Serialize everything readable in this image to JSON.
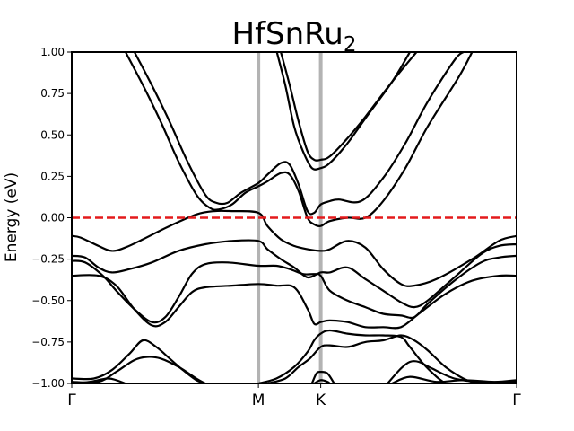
{
  "chart_data": {
    "type": "line",
    "title": "HfSnRu",
    "title_subscript": "2",
    "ylabel": "Energy (eV)",
    "xlabel": "",
    "ylim": [
      -1.0,
      1.0
    ],
    "y_ticks": [
      {
        "value": 1.0,
        "label": "1.00"
      },
      {
        "value": 0.75,
        "label": "0.75"
      },
      {
        "value": 0.5,
        "label": "0.50"
      },
      {
        "value": 0.25,
        "label": "0.25"
      },
      {
        "value": 0.0,
        "label": "0.00"
      },
      {
        "value": -0.25,
        "label": "−0.25"
      },
      {
        "value": -0.5,
        "label": "−0.50"
      },
      {
        "value": -0.75,
        "label": "−0.75"
      },
      {
        "value": -1.0,
        "label": "−1.00"
      }
    ],
    "k_points": [
      {
        "label": "Γ",
        "position": 0.0
      },
      {
        "label": "M",
        "position": 0.4196
      },
      {
        "label": "K",
        "position": 0.5597
      },
      {
        "label": "Γ",
        "position": 1.0
      }
    ],
    "high_symmetry_line_color": "#b3b3b3",
    "fermi_level": {
      "value": 0.0,
      "color": "#e41a1c",
      "style": "dashed"
    },
    "band_color": "#000000",
    "grid": false,
    "series": [
      {
        "points": [
          [
            0.121,
            1.0
          ],
          [
            0.16,
            0.8
          ],
          [
            0.2,
            0.58
          ],
          [
            0.24,
            0.34
          ],
          [
            0.28,
            0.14
          ],
          [
            0.31,
            0.06
          ],
          [
            0.33,
            0.05
          ],
          [
            0.36,
            0.08
          ],
          [
            0.39,
            0.15
          ],
          [
            0.4196,
            0.19
          ],
          [
            0.44,
            0.22
          ],
          [
            0.47,
            0.27
          ],
          [
            0.49,
            0.26
          ],
          [
            0.51,
            0.16
          ],
          [
            0.53,
            0.0
          ],
          [
            0.545,
            -0.04
          ],
          [
            0.5597,
            -0.05
          ],
          [
            0.58,
            -0.02
          ],
          [
            0.62,
            0.0
          ],
          [
            0.66,
            0.0
          ],
          [
            0.7,
            0.1
          ],
          [
            0.75,
            0.3
          ],
          [
            0.8,
            0.55
          ],
          [
            0.87,
            0.85
          ],
          [
            0.9,
            1.0
          ]
        ]
      },
      {
        "points": [
          [
            0.141,
            1.0
          ],
          [
            0.18,
            0.8
          ],
          [
            0.22,
            0.58
          ],
          [
            0.26,
            0.34
          ],
          [
            0.3,
            0.14
          ],
          [
            0.325,
            0.09
          ],
          [
            0.35,
            0.09
          ],
          [
            0.38,
            0.15
          ],
          [
            0.4196,
            0.21
          ],
          [
            0.44,
            0.26
          ],
          [
            0.47,
            0.33
          ],
          [
            0.49,
            0.32
          ],
          [
            0.51,
            0.2
          ],
          [
            0.53,
            0.04
          ],
          [
            0.545,
            0.03
          ],
          [
            0.5597,
            0.08
          ],
          [
            0.58,
            0.1
          ],
          [
            0.6,
            0.11
          ],
          [
            0.65,
            0.1
          ],
          [
            0.7,
            0.24
          ],
          [
            0.75,
            0.45
          ],
          [
            0.8,
            0.7
          ],
          [
            0.86,
            0.95
          ],
          [
            0.88,
            1.0
          ]
        ]
      },
      {
        "points": [
          [
            0.461,
            1.0
          ],
          [
            0.48,
            0.8
          ],
          [
            0.5,
            0.55
          ],
          [
            0.52,
            0.4
          ],
          [
            0.54,
            0.3
          ],
          [
            0.5597,
            0.3
          ],
          [
            0.58,
            0.33
          ],
          [
            0.62,
            0.45
          ],
          [
            0.66,
            0.6
          ],
          [
            0.72,
            0.82
          ],
          [
            0.76,
            1.0
          ]
        ]
      },
      {
        "points": [
          [
            0.47,
            1.0
          ],
          [
            0.49,
            0.8
          ],
          [
            0.51,
            0.58
          ],
          [
            0.53,
            0.4
          ],
          [
            0.545,
            0.35
          ],
          [
            0.5597,
            0.35
          ],
          [
            0.58,
            0.37
          ],
          [
            0.62,
            0.48
          ],
          [
            0.66,
            0.61
          ],
          [
            0.72,
            0.82
          ],
          [
            0.775,
            1.0
          ]
        ]
      },
      {
        "points": [
          [
            0.0,
            -0.11
          ],
          [
            0.02,
            -0.12
          ],
          [
            0.06,
            -0.17
          ],
          [
            0.09,
            -0.2
          ],
          [
            0.12,
            -0.18
          ],
          [
            0.16,
            -0.13
          ],
          [
            0.22,
            -0.05
          ],
          [
            0.28,
            0.02
          ],
          [
            0.32,
            0.04
          ],
          [
            0.36,
            0.04
          ],
          [
            0.4196,
            0.03
          ],
          [
            0.44,
            -0.05
          ],
          [
            0.47,
            -0.13
          ],
          [
            0.5,
            -0.17
          ],
          [
            0.53,
            -0.19
          ],
          [
            0.5597,
            -0.2
          ],
          [
            0.58,
            -0.19
          ],
          [
            0.62,
            -0.14
          ],
          [
            0.66,
            -0.18
          ],
          [
            0.7,
            -0.31
          ],
          [
            0.74,
            -0.4
          ],
          [
            0.77,
            -0.41
          ],
          [
            0.82,
            -0.37
          ],
          [
            0.9,
            -0.25
          ],
          [
            0.96,
            -0.14
          ],
          [
            1.0,
            -0.11
          ]
        ]
      },
      {
        "points": [
          [
            0.0,
            -0.23
          ],
          [
            0.03,
            -0.24
          ],
          [
            0.06,
            -0.3
          ],
          [
            0.09,
            -0.33
          ],
          [
            0.13,
            -0.31
          ],
          [
            0.18,
            -0.27
          ],
          [
            0.24,
            -0.2
          ],
          [
            0.3,
            -0.16
          ],
          [
            0.36,
            -0.14
          ],
          [
            0.4196,
            -0.14
          ],
          [
            0.44,
            -0.19
          ],
          [
            0.47,
            -0.25
          ],
          [
            0.5,
            -0.3
          ],
          [
            0.53,
            -0.36
          ],
          [
            0.5597,
            -0.33
          ],
          [
            0.58,
            -0.33
          ],
          [
            0.62,
            -0.3
          ],
          [
            0.66,
            -0.37
          ],
          [
            0.7,
            -0.44
          ],
          [
            0.74,
            -0.51
          ],
          [
            0.77,
            -0.54
          ],
          [
            0.8,
            -0.5
          ],
          [
            0.86,
            -0.36
          ],
          [
            0.92,
            -0.22
          ],
          [
            0.96,
            -0.17
          ],
          [
            1.0,
            -0.16
          ]
        ]
      },
      {
        "points": [
          [
            0.0,
            -0.26
          ],
          [
            0.03,
            -0.27
          ],
          [
            0.07,
            -0.35
          ],
          [
            0.1,
            -0.44
          ],
          [
            0.14,
            -0.55
          ],
          [
            0.18,
            -0.63
          ],
          [
            0.21,
            -0.6
          ],
          [
            0.24,
            -0.48
          ],
          [
            0.27,
            -0.34
          ],
          [
            0.3,
            -0.28
          ],
          [
            0.35,
            -0.27
          ],
          [
            0.4196,
            -0.29
          ],
          [
            0.46,
            -0.29
          ],
          [
            0.49,
            -0.31
          ],
          [
            0.52,
            -0.34
          ],
          [
            0.545,
            -0.34
          ],
          [
            0.5597,
            -0.35
          ],
          [
            0.58,
            -0.44
          ],
          [
            0.62,
            -0.5
          ],
          [
            0.66,
            -0.54
          ],
          [
            0.7,
            -0.58
          ],
          [
            0.74,
            -0.59
          ],
          [
            0.77,
            -0.6
          ],
          [
            0.8,
            -0.52
          ],
          [
            0.86,
            -0.38
          ],
          [
            0.92,
            -0.27
          ],
          [
            0.96,
            -0.24
          ],
          [
            1.0,
            -0.23
          ]
        ]
      },
      {
        "points": [
          [
            0.0,
            -0.35
          ],
          [
            0.06,
            -0.35
          ],
          [
            0.1,
            -0.41
          ],
          [
            0.14,
            -0.55
          ],
          [
            0.18,
            -0.65
          ],
          [
            0.21,
            -0.63
          ],
          [
            0.24,
            -0.54
          ],
          [
            0.27,
            -0.45
          ],
          [
            0.3,
            -0.42
          ],
          [
            0.36,
            -0.41
          ],
          [
            0.4196,
            -0.4
          ],
          [
            0.46,
            -0.41
          ],
          [
            0.5,
            -0.42
          ],
          [
            0.53,
            -0.55
          ],
          [
            0.545,
            -0.64
          ],
          [
            0.5597,
            -0.63
          ],
          [
            0.58,
            -0.62
          ],
          [
            0.62,
            -0.63
          ],
          [
            0.66,
            -0.66
          ],
          [
            0.7,
            -0.66
          ],
          [
            0.74,
            -0.66
          ],
          [
            0.78,
            -0.58
          ],
          [
            0.84,
            -0.46
          ],
          [
            0.9,
            -0.38
          ],
          [
            0.96,
            -0.35
          ],
          [
            1.0,
            -0.35
          ]
        ]
      },
      {
        "points": [
          [
            0.0,
            -0.97
          ],
          [
            0.05,
            -0.97
          ],
          [
            0.09,
            -0.92
          ],
          [
            0.13,
            -0.82
          ],
          [
            0.16,
            -0.74
          ],
          [
            0.19,
            -0.78
          ],
          [
            0.22,
            -0.85
          ],
          [
            0.25,
            -0.92
          ],
          [
            0.28,
            -0.98
          ],
          [
            0.3,
            -1.0
          ]
        ]
      },
      {
        "points": [
          [
            0.0,
            -0.99
          ],
          [
            0.06,
            -0.99
          ],
          [
            0.1,
            -0.93
          ],
          [
            0.14,
            -0.86
          ],
          [
            0.17,
            -0.84
          ],
          [
            0.2,
            -0.85
          ],
          [
            0.24,
            -0.9
          ],
          [
            0.28,
            -0.97
          ],
          [
            0.3,
            -1.0
          ]
        ]
      },
      {
        "points": [
          [
            0.0,
            -1.0
          ],
          [
            0.04,
            -0.99
          ],
          [
            0.08,
            -0.97
          ],
          [
            0.1,
            -0.98
          ],
          [
            0.12,
            -1.0
          ]
        ]
      },
      {
        "points": [
          [
            0.4196,
            -1.0
          ],
          [
            0.46,
            -0.97
          ],
          [
            0.5,
            -0.9
          ],
          [
            0.53,
            -0.81
          ],
          [
            0.545,
            -0.74
          ],
          [
            0.5597,
            -0.7
          ],
          [
            0.58,
            -0.68
          ],
          [
            0.62,
            -0.7
          ],
          [
            0.66,
            -0.71
          ],
          [
            0.7,
            -0.71
          ],
          [
            0.74,
            -0.72
          ],
          [
            0.76,
            -0.78
          ],
          [
            0.79,
            -0.88
          ],
          [
            0.82,
            -0.96
          ],
          [
            0.84,
            -1.0
          ]
        ]
      },
      {
        "points": [
          [
            0.44,
            -1.0
          ],
          [
            0.48,
            -0.97
          ],
          [
            0.51,
            -0.9
          ],
          [
            0.535,
            -0.85
          ],
          [
            0.5597,
            -0.78
          ],
          [
            0.58,
            -0.77
          ],
          [
            0.62,
            -0.78
          ],
          [
            0.66,
            -0.75
          ],
          [
            0.7,
            -0.74
          ],
          [
            0.74,
            -0.71
          ],
          [
            0.77,
            -0.74
          ],
          [
            0.8,
            -0.8
          ],
          [
            0.84,
            -0.9
          ],
          [
            0.88,
            -0.97
          ],
          [
            0.91,
            -1.0
          ]
        ]
      },
      {
        "points": [
          [
            0.54,
            -1.0
          ],
          [
            0.55,
            -0.94
          ],
          [
            0.5597,
            -0.93
          ],
          [
            0.575,
            -0.94
          ],
          [
            0.59,
            -1.0
          ]
        ]
      },
      {
        "points": [
          [
            0.545,
            -1.0
          ],
          [
            0.5597,
            -0.98
          ],
          [
            0.575,
            -0.99
          ],
          [
            0.58,
            -1.0
          ]
        ]
      },
      {
        "points": [
          [
            0.71,
            -1.0
          ],
          [
            0.74,
            -0.91
          ],
          [
            0.76,
            -0.87
          ],
          [
            0.78,
            -0.87
          ],
          [
            0.81,
            -0.91
          ],
          [
            0.86,
            -0.97
          ],
          [
            0.92,
            -0.99
          ],
          [
            1.0,
            -0.99
          ]
        ]
      },
      {
        "points": [
          [
            0.72,
            -1.0
          ],
          [
            0.76,
            -0.96
          ],
          [
            0.82,
            -0.99
          ],
          [
            0.88,
            -0.98
          ],
          [
            0.95,
            -0.99
          ],
          [
            1.0,
            -0.98
          ]
        ]
      }
    ]
  }
}
